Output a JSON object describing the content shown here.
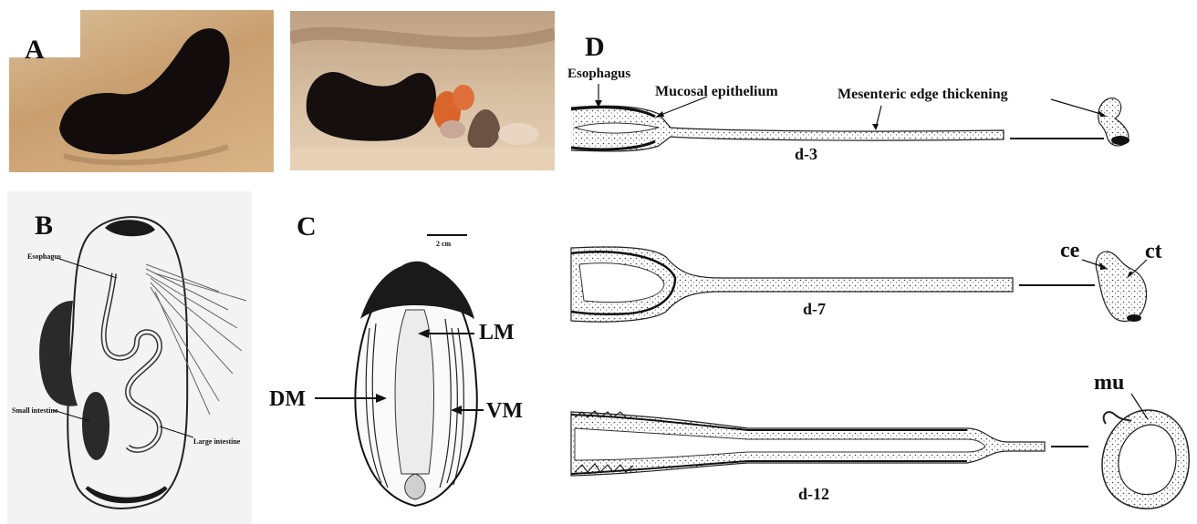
{
  "panels": {
    "a": {
      "letter": "A"
    },
    "b": {
      "letter": "B",
      "labels": {
        "esophagus": "Esophagus",
        "small_intestine": "Small intestine",
        "large_intestine": "Large intestine"
      }
    },
    "c": {
      "letter": "C",
      "scale_bar": "2 cm",
      "labels": {
        "lm": "LM",
        "dm": "DM",
        "vm": "VM"
      }
    },
    "d": {
      "letter": "D",
      "labels": {
        "esophagus": "Esophagus",
        "mucosal_epithelium": "Mucosal epithelium",
        "mesenteric_edge": "Mesenteric edge thickening",
        "ce": "ce",
        "ct": "ct",
        "mu": "mu"
      },
      "stages": [
        "d-3",
        "d-7",
        "d-12"
      ]
    }
  },
  "colors": {
    "photo_sand": "#cfa878",
    "animal": "#141010",
    "viscera_orange": "#d9652a",
    "ink": "#111111"
  }
}
